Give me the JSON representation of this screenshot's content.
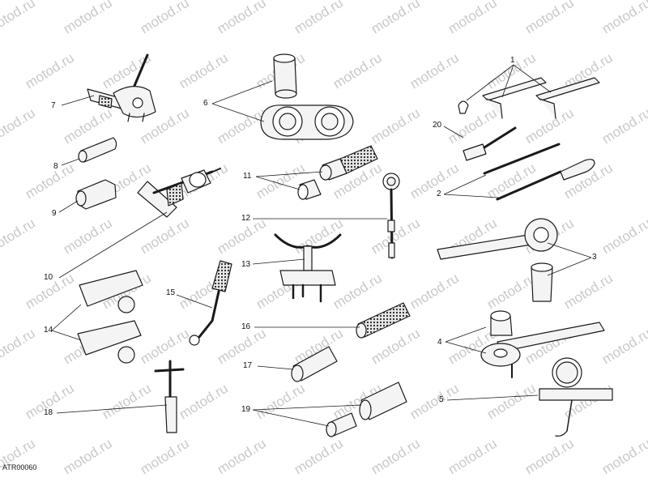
{
  "watermark": "motod.ru",
  "drawing_code": "ATR00060",
  "callouts": {
    "c1": "1",
    "c2": "2",
    "c3": "3",
    "c4": "4",
    "c5": "5",
    "c6": "6",
    "c7": "7",
    "c8": "8",
    "c9": "9",
    "c10": "10",
    "c11": "11",
    "c12": "12",
    "c13": "13",
    "c14": "14",
    "c15": "15",
    "c16": "16",
    "c17": "17",
    "c18": "18",
    "c19": "19",
    "c20": "20"
  },
  "colors": {
    "ink": "#1a1a1a",
    "fill": "#f4f4f4",
    "shade": "#7a7a7a",
    "watermark": "#c9c9c9"
  }
}
